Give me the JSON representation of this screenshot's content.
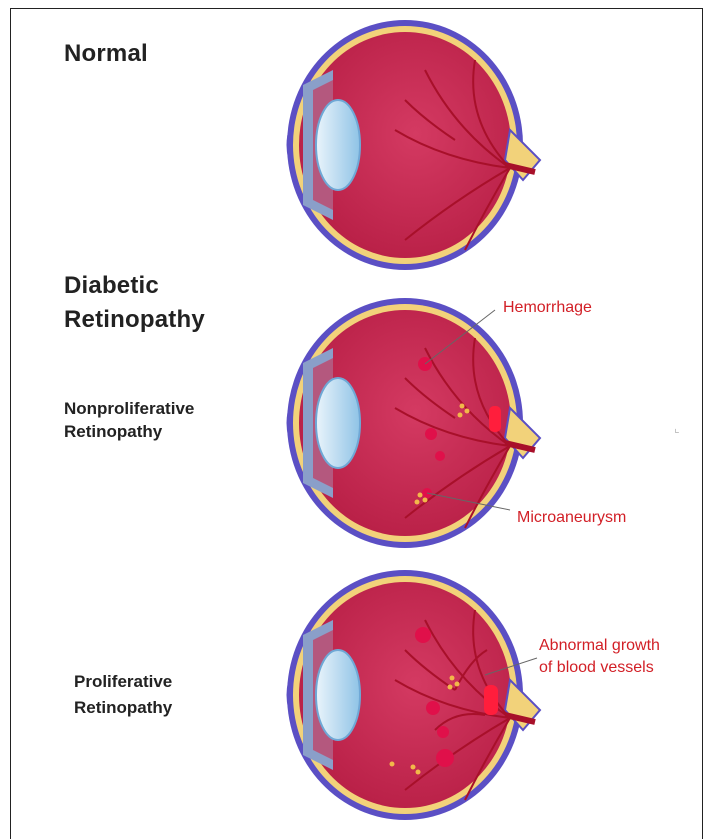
{
  "sections": {
    "normal": {
      "title": "Normal"
    },
    "diabetic": {
      "title_line1": "Diabetic",
      "title_line2": "Retinopathy"
    },
    "nonproliferative": {
      "line1": "Nonproliferative",
      "line2": "Retinopathy"
    },
    "proliferative": {
      "line1": "Proliferative",
      "line2": "Retinopathy"
    }
  },
  "callouts": {
    "hemorrhage": "Hemorrhage",
    "microaneurysm": "Microaneurysm",
    "abnormal_line1": "Abnormal growth",
    "abnormal_line2": "of blood vessels"
  },
  "colors": {
    "retina": "#c8264f",
    "sclera": "#5b4fc4",
    "choroid": "#f2d27a",
    "vessel": "#a8102a",
    "callout_text": "#d21f26",
    "label_text": "#222222"
  }
}
